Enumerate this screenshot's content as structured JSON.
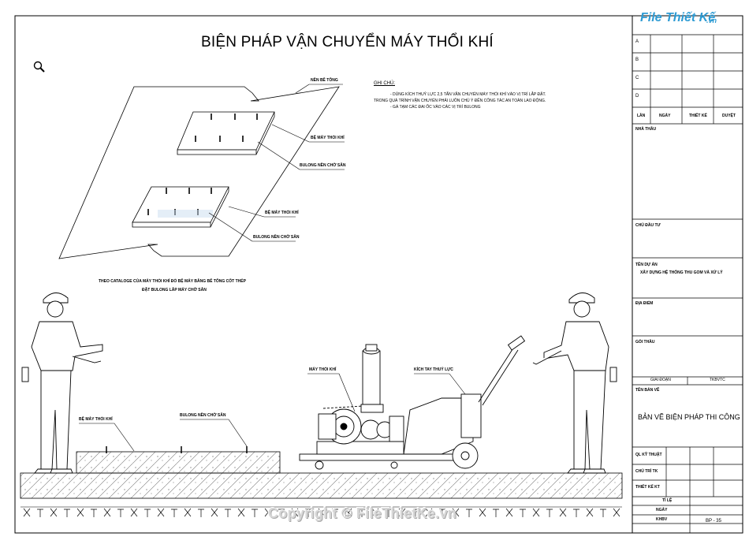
{
  "header": {
    "brand": "File Thiết Kế",
    "brand_suffix": ".vn",
    "title": "BIỆN PHÁP VẬN CHUYỂN MÁY THỔI KHÍ"
  },
  "notes": {
    "heading": "GHI CHÚ:",
    "line1": "- DÙNG KÍCH THUỶ LỰC 2,5 TẤN VẬN CHUYỂN MÁY THỔI KHÍ VÀO VỊ TRÍ LẮP ĐẶT.",
    "line2": "TRONG QUÁ TRÌNH VẬN CHUYỂN PHẢI LUÔN CHÚ Ý ĐẾN CÔNG TÁC AN TOÀN LAO ĐỘNG.",
    "line3": "- GÁ TẠM CÁC ĐAI ỐC VÀO CÁC VỊ TRÍ BULONG"
  },
  "labels": {
    "nen_be_tong": "NỀN BÊ TÔNG",
    "be_may_1": "BỆ MÁY THỔI KHÍ",
    "bulong_1": "BULONG NỀN CHỜ SẴN",
    "be_may_2": "BỆ MÁY THỔI KHÍ",
    "bulong_2": "BULONG NỀN CHỜ SẴN",
    "catalog_1": "THEO CATALOGE CỦA MÁY THỔI KHÍ ĐỔ BỆ MÁY BẰNG BÊ TÔNG CỐT THÉP",
    "catalog_2": "ĐẶT BULONG LẮP MÁY CHỜ SẴN",
    "may_thoi_khi": "MÁY THỔI KHÍ",
    "kich_tay": "KÍCH TAY THUỶ LỰC",
    "be_may_3": "BỆ MÁY THỔI KHÍ",
    "bulong_3": "BULONG NỀN CHỜ SẴN"
  },
  "title_block": {
    "revisions": [
      "A",
      "B",
      "C",
      "D"
    ],
    "rev_headers": {
      "lan": "LẦN",
      "ngay": "NGÀY",
      "thiet_ke": "THIẾT KẾ",
      "duyet": "DUYỆT"
    },
    "nha_thau": "NHÀ THẦU",
    "chu_dau_tu": "CHỦ ĐẦU TƯ",
    "ten_du_an": "TÊN DỰ ÁN",
    "du_an_value": "XÂY DỰNG HỆ THỐNG THU GOM VÀ XỬ LÝ",
    "dia_diem": "ĐỊA ĐIỂM",
    "goi_thau": "GÓI THẦU",
    "giai_doan": "GIAI ĐOẠN",
    "tkbvtc": "TKBVTC",
    "ten_ban_ve": "TÊN BẢN VẼ",
    "ban_ve_value": "BẢN VẼ  BIỆN PHÁP THI CÔNG",
    "quan_ly": "QL KỸ THUẬT",
    "chu_tri": "CHỦ TRÌ TK",
    "thiet_ke_kt": "THIẾT KẾ KT",
    "ti_le": "TỈ LỆ",
    "ngay": "NGÀY",
    "kh_bv": "KHBV",
    "sheet_no": "BP - 35"
  },
  "watermark": "Copyright © FileThietKe.vn"
}
